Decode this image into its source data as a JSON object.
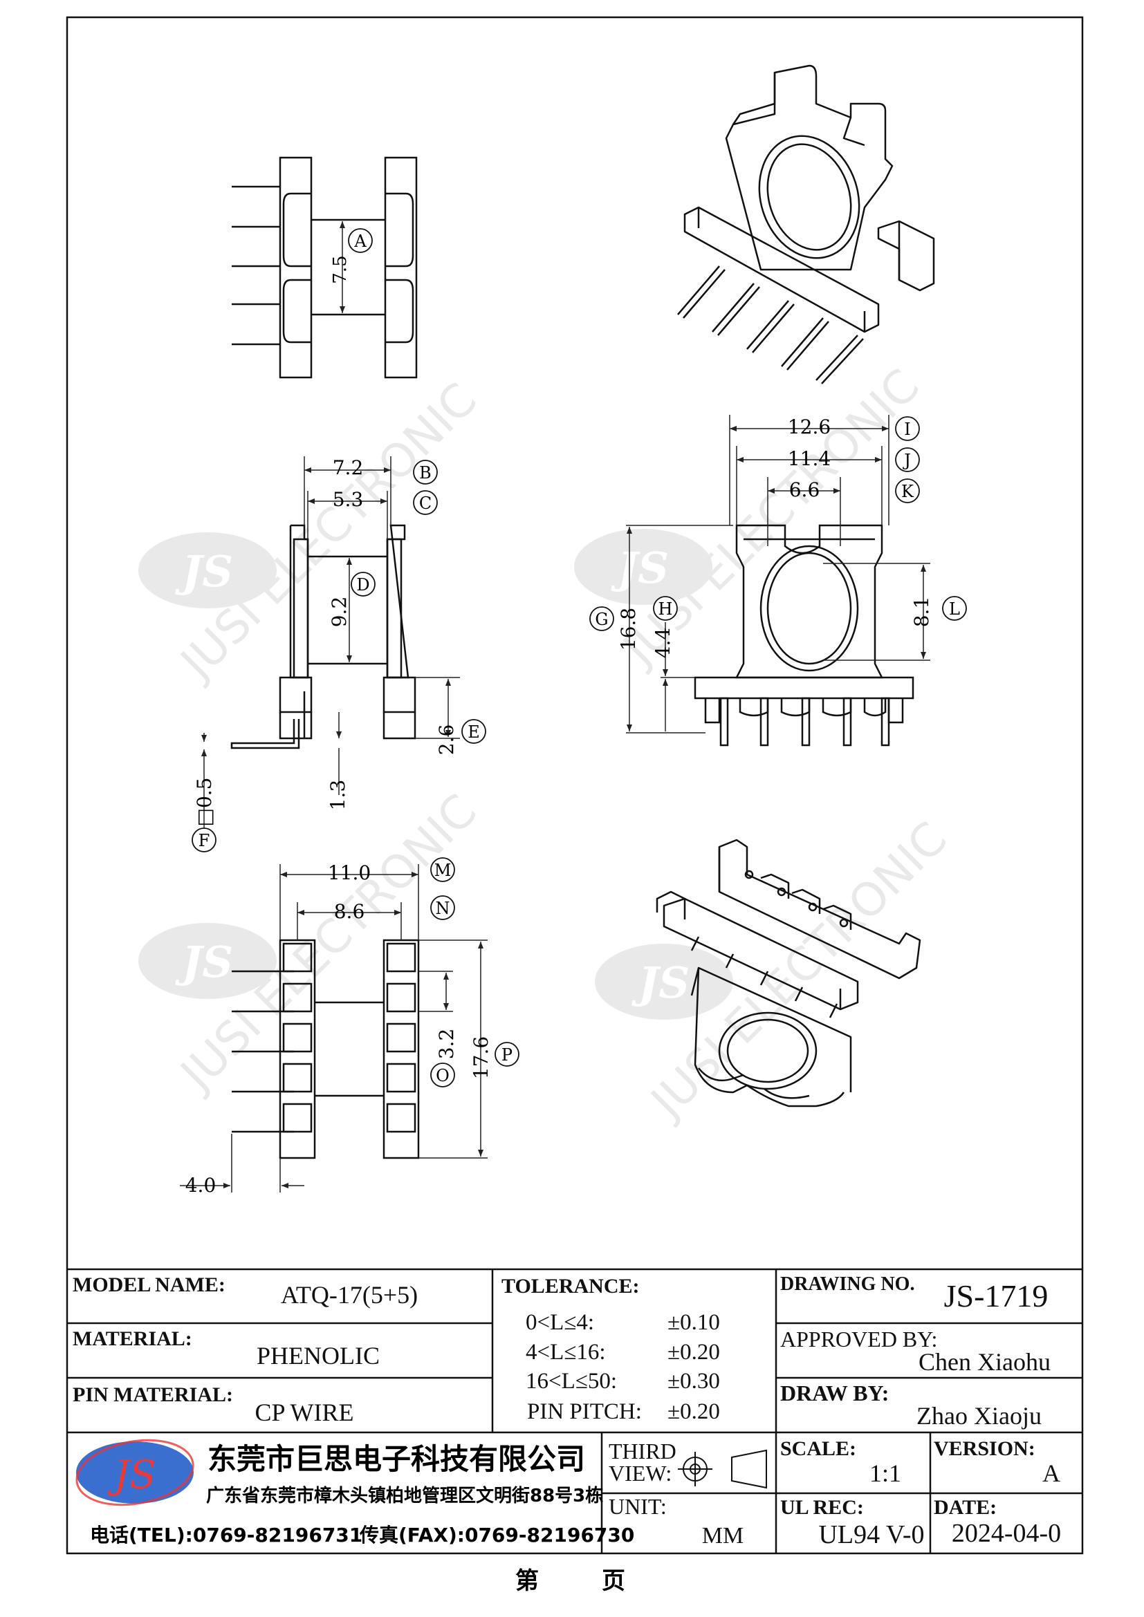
{
  "views": {
    "side": {
      "dim_a": "7.5",
      "tag_a": "A"
    },
    "front": {
      "dim_b": "7.2",
      "tag_b": "B",
      "dim_c": "5.3",
      "tag_c": "C",
      "dim_d": "9.2",
      "tag_d": "D",
      "dim_e": "2.6",
      "tag_e": "E",
      "dim_f": "□0.5",
      "tag_f": "F",
      "dim_13": "1.3"
    },
    "bottom": {
      "dim_m": "11.0",
      "tag_m": "M",
      "dim_n": "8.6",
      "tag_n": "N",
      "dim_o": "3.2",
      "tag_o": "O",
      "dim_p": "17.6",
      "tag_p": "P",
      "dim_40": "4.0"
    },
    "right": {
      "dim_i": "12.6",
      "tag_i": "I",
      "dim_j": "11.4",
      "tag_j": "J",
      "dim_k": "6.6",
      "tag_k": "K",
      "dim_g": "16.8",
      "tag_g": "G",
      "dim_h": "4.4",
      "tag_h": "H",
      "dim_l": "8.1",
      "tag_l": "L"
    }
  },
  "watermark": {
    "logo": "JS",
    "text": "JUSI ELECTRONIC"
  },
  "title_block": {
    "model_label": "MODEL NAME:",
    "model_value": "ATQ-17(5+5)",
    "material_label": "MATERIAL:",
    "material_value": "PHENOLIC",
    "pin_material_label": "PIN MATERIAL:",
    "pin_material_value": "CP WIRE",
    "tolerance_label": "TOLERANCE:",
    "tolerances": [
      {
        "range": "0<L≤4:",
        "value": "±0.10"
      },
      {
        "range": "4<L≤16:",
        "value": "±0.20"
      },
      {
        "range": "16<L≤50:",
        "value": "±0.30"
      },
      {
        "range": "PIN PITCH:",
        "value": "±0.20"
      }
    ],
    "drawing_no_label": "DRAWING NO.",
    "drawing_no_value": "JS-1719",
    "approved_label": "APPROVED BY:",
    "approved_value": "Chen Xiaohu",
    "draw_label": "DRAW BY:",
    "draw_value": "Zhao Xiaoju",
    "company_logo": "JS",
    "company_name": "东莞市巨思电子科技有限公司",
    "company_address": "广东省东莞市樟木头镇柏地管理区文明街88号3栋",
    "tel": "电话(TEL):0769-82196731",
    "fax": "传真(FAX):0769-82196730",
    "third_label": "THIRD",
    "view_label": "VIEW:",
    "unit_label": "UNIT:",
    "unit_value": "MM",
    "scale_label": "SCALE:",
    "scale_value": "1:1",
    "version_label": "VERSION:",
    "version_value": "A",
    "ul_label": "UL REC:",
    "ul_value": "UL94 V-0",
    "date_label": "DATE:",
    "date_value": "2024-04-0"
  },
  "footer": {
    "page_left": "第",
    "page_right": "页"
  }
}
